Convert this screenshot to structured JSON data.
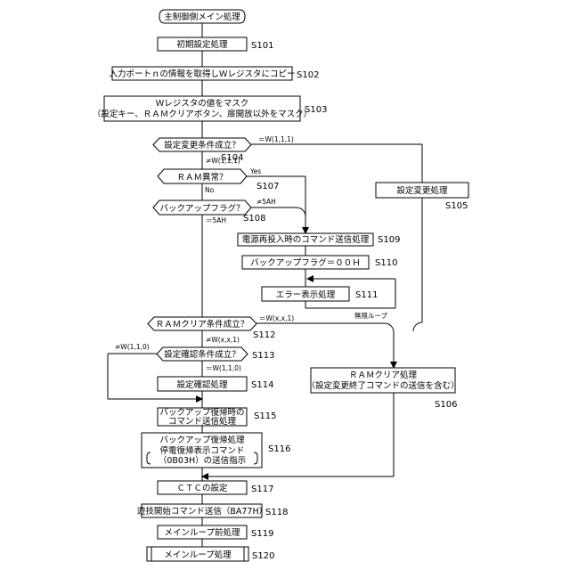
{
  "flowchart": {
    "start": "主制御側メイン処理",
    "steps": {
      "S101": {
        "id": "S101",
        "label": "初期設定処理"
      },
      "S102": {
        "id": "S102",
        "label": "入力ポートｎの情報を取得しＷレジスタにコピー"
      },
      "S103": {
        "id": "S103",
        "line1": "Ｗレジスタの値をマスク",
        "line2": "（設定キー、ＲＡＭクリアボタン、扉開放以外をマスク）"
      },
      "S104": {
        "id": "S104",
        "label": "設定変更条件成立？"
      },
      "S105": {
        "id": "S105",
        "label": "設定変更処理"
      },
      "S106": {
        "id": "S106",
        "line1": "ＲＡＭクリア処理",
        "line2": "（設定変更終了コマンドの送信を含む）"
      },
      "S107": {
        "id": "S107",
        "label": "ＲＡＭ異常？"
      },
      "S108": {
        "id": "S108",
        "label": "バックアップフラグ？"
      },
      "S109": {
        "id": "S109",
        "label": "電源再投入時のコマンド送信処理"
      },
      "S110": {
        "id": "S110",
        "label": "バックアップフラグ＝００Ｈ"
      },
      "S111": {
        "id": "S111",
        "label": "エラー表示処理"
      },
      "S112": {
        "id": "S112",
        "label": "ＲＡＭクリア条件成立？"
      },
      "S113": {
        "id": "S113",
        "label": "設定確認条件成立？"
      },
      "S114": {
        "id": "S114",
        "label": "設定確認処理"
      },
      "S115": {
        "id": "S115",
        "line1": "バックアップ復帰時の",
        "line2": "コマンド送信処理"
      },
      "S116": {
        "id": "S116",
        "line1": "バックアップ復帰処理",
        "line2": "停電復帰表示コマンド",
        "line3": "（0B03H）の送信指示"
      },
      "S117": {
        "id": "S117",
        "label": "ＣＴＣの設定"
      },
      "S118": {
        "id": "S118",
        "label": "遊技開始コマンド送信（BA77H）"
      },
      "S119": {
        "id": "S119",
        "label": "メインループ前処理"
      },
      "S120": {
        "id": "S120",
        "label": "メインループ処理"
      }
    },
    "conditions": {
      "s104_yes": "＝W(1,1,1)",
      "s104_no": "≠W(1,1,1)",
      "s107_yes": "Yes",
      "s107_no": "No",
      "s108_yes": "≠5AH",
      "s108_no": "＝5AH",
      "s112_yes": "＝W(x,x,1)",
      "s112_no": "≠W(x,x,1)",
      "s113_no": "≠W(1,1,0)",
      "s113_yes": "＝W(1,1,0)"
    },
    "loop_label": "無限ループ"
  }
}
